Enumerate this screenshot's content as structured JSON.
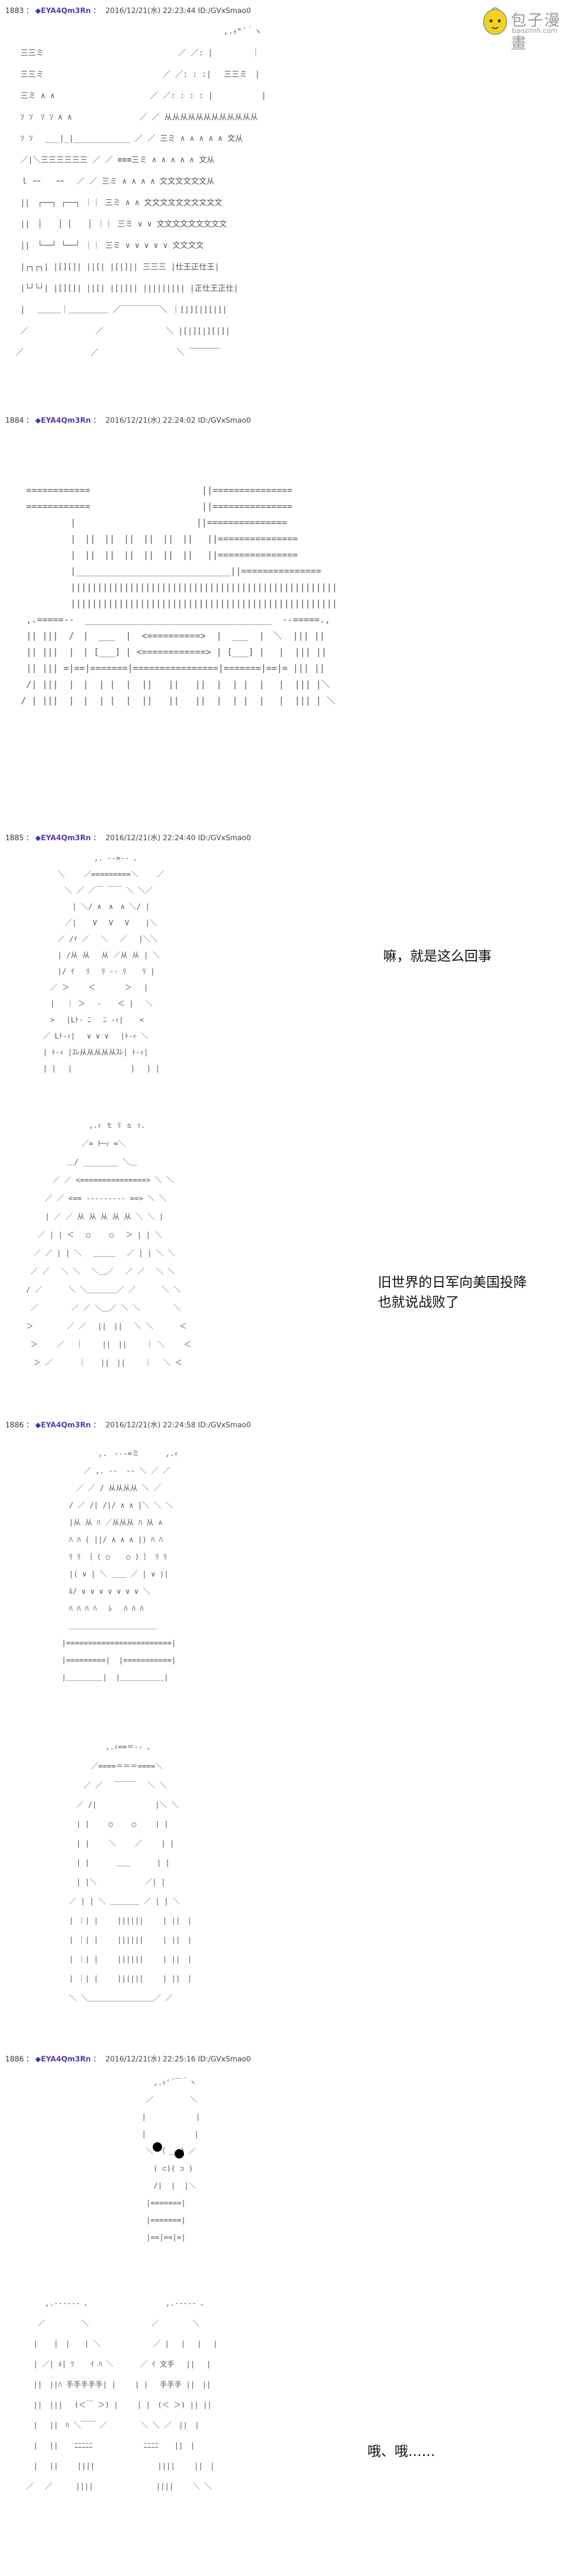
{
  "watermark": {
    "text": "包子漫畫",
    "subtext": "baozimh.com"
  },
  "posts": [
    {
      "number": "1883",
      "name": "EYA4Qm3Rn",
      "datetime": "2016/12/21(水) 22:23:44 ID:/GVxSmao0"
    },
    {
      "number": "1884",
      "name": "EYA4Qm3Rn",
      "datetime": "2016/12/21(水) 22:24:02 ID:/GVxSmao0"
    },
    {
      "number": "1885",
      "name": "EYA4Qm3Rn",
      "datetime": "2016/12/21(水) 22:24:40 ID:/GVxSmao0"
    },
    {
      "number": "1886",
      "name": "EYA4Qm3Rn",
      "datetime": "2016/12/21(水) 22:24:58 ID:/GVxSmao0"
    },
    {
      "number": "1886",
      "name": "EYA4Qm3Rn",
      "datetime": "2016/12/21(水) 22:25:16 ID:/GVxSmao0"
    }
  ],
  "captions": {
    "c1": "嘛，就是这么回事",
    "c2": "旧世界的日军向美国投降\n也就说战败了",
    "c3": "哦、哦……"
  },
  "art": {
    "a1": "　　　　　　　　　　　　　　　　　　　　　　　　　　 ,.ｨ\"´｀ヽ\n 三三ミ　　　　　　　　　　　　　　 　　 ／ ／: |　　　　　｜\n 三三ミ　　　　　　　　　　　　　 　 ／ ／: : :|　 三三ミ　|\n 三ミ ∧ ∧　　　　　　　　　 　　 ／ ／: : : : |　　 　　　 |\n ｿ ｿ　ｿ ｿ ∧ ∧　　　　　　　　 ／ ／ 从从从从从从从从从从从从\n ｿ ｿ　 ___|_|____________ ／ ／ 三ミ ∧ ∧ ∧ ∧ ∧ 文从\n ／|＼三三三三三三 ／ ／ ≡≡≡三ミ ∧ ∧ ∧ ∧ ∧ 文从\n ｌ ｰｰ　　ｰｰ　 ／ ／ 三ミ ∧ ∧ ∧ ∧ 文文文文文文从\n ||　┌──┐ ┌──┐ ｜｜ 三ミ ∧ ∧ 文文文文文文文文文文\n ||　│　　│ │　　│ ｜｜ 三ミ ∨ ∨ 文文文文文文文文文\n ||　└──┘ └──┘ ｜｜ 三ミ ∨ ∨ ∨ ∨ ∨ 文文文文\n |┌┐┌┐| |[][]| ||[| |[|]|| 三三三 |仕王正仕王|\n |└┘└┘| |[][]| ||[| |[|]|| ||||||||| |正仕王正仕|\n |　 ＿＿＿｜＿＿＿＿＿ ／￣￣￣￣￣＼ ｜[|][|][|]|\n ／　　　　　　　　 ／　　　　　　　　＼ |[|][|][|]|\n／　　　　　　　　 ／　　　　　　　　　　＼ ￣￣￣￣",
    "a2": " ============　　　　　　　　　　　　 ||===============\n ============　　　　　　　　　　　　 ||===============\n　　　　　 |　　　　　　　　　　　　　 ||===============\n　　　　　 |　||　||　||　||　||　||　 ||===============\n　　　　　 |　||　||　||　||　||　||　 ||===============\n　　　　　 |_____________________________||===============\n　　　　　 ||||||||||||||||||||||||||||||||||||||||||||||||||\n　　　　　 ||||||||||||||||||||||||||||||||||||||||||||||||||\n ,.=====‐‐  ___________________________________  ‐‐=====.,\n || |||  /　|  ___  |  <==========>  |  ___  |　＼  ||| ||\n || |||  |　| [___] | <============> | [___] |　 |  ||| ||\n || ||| =|==|=======|================|=======|==|= ||| ||\n /| |||  |　|  | |  |  ||   ||   ||  |  | |  |　 |  ||| |＼\n/ | |||  |　|  | |  |  ||   ||   ||  |  | |  |　 |  ||| | ＼",
    "a3": "　　　　　　　　 ,. -‐=‐- ､\n　　　 ＼　　 ／=========＼　　 ／\n　　　　 ＼ ／ ／￣ ￣￣ ＼ ＼／\n　　　　　 | ＼/ ∧　∧　∧ ＼/ |\n　　　　 ／| 　 V　 V　 V 　 |＼\n　　　 ／ /ｲ ／　 ＼　 ／ 　|＼＼\n　　　 | /从 从　 从 ／从 从 | ＼\n　　　 |/ ｲ　 ﾘ　 ﾘ ‐‐ ﾘ 　 ﾘ |\n　　 ／ ＞　　 ＜　　　　＞　 |\n　　 |　 ｜ ＞　 ‐ 　 ＜ |　 ＼\n　　 >　 |Lﾄ- ﾆ　 ﾆ -ｨ| 　 <\n　 ／ Lﾄ-ｨ|　 ∨ ∨ ∨　 |ﾄ-ｨ ＼\n　 | ﾄ-ｨ |ｽﾚ从从从从从ｽﾚ| ﾄ-ｨ|\n　 | |　 |　　　　　　　　| 　| |",
    "a4": "　　　　　　　　 ,.ｨ ｔ ﾘ ｓ ｯ.\n　　　　　　　 ／= ﾄ─ｨ =＼\n　　　　　 ＿/ ________ ＼＿\n　　　 ／ ／ <===============> ＼ ＼\n　　 ／ ／ <== ‐‐‐‐‐‐‐‐‐ ==> ＼ ＼\n　　 | ／ ／ 从 从 从 从 从 ＼ ＼ |\n　 ／ | | ＜　 ○　 　○　 ＞ | | ＼\n　／ ／ | | ＼　 ＿＿＿　 ／ | | ＼ ＼\n ／ ／　 ＼ ＼　 ＼＿／　 ／ ／　 ＼ ＼\n/ ／　　　 ＼ ＼＿＿＿＿／ ／　　　 ＼ ＼\n ／　　　　 ／ ／ ＼＿／ ＼ ＼　　　　 ＼\n＞　　　　 ／ ／　 ||　|| 　＼ ＼　　　 ＜\n ＞　　 ／　 ｜　　 ||　||　　 ｜ ＼　　 ＜\n　＞ ／　　　 ｜　　||　||　　 ｜　 ＼ ＜",
    "a5": "　　　　　 ,.　-‐‐=ミ　　　 ,.ｨ\n　　　 ／ ,. ‐‐  ‐‐ ＼ ／ ／\n　　 ／ ／ / 从从从从 ＼ ／\n　 / ／ /| /|/ ∧ ∧ |＼ ＼ ＼\n　 |从 从 ﾊ ／从从从 ﾊ 从 ∧\n　 ﾊ ﾊ ( ||/ ∧ ∧ ∧ |) ﾊ ﾊ\n　 ﾘ ﾘ ｛ ( ○ 　 ○ ) ｝ ﾘ ﾘ\n　 |( ∨ | ＼ ＿＿ ／ | ∨ )|\n　 ﾙ/ ∨ ∨ ∨ ∨ ∨ ∨ ∨ ＼\n　 ﾊ ﾊ ﾊ ﾊ　 ﾚ　 ﾊ ﾊ ﾊ\n　 ＿＿＿＿＿＿＿＿＿＿＿＿\n |========================|\n |=========|  |===========|\n |＿＿＿＿＿|  |＿＿＿＿＿＿|",
    "a6": "　　　　　　 ,.ｨ==＝‐- ､\n　　　　 ／====＝＝＝====＼\n　　　 ／ ／　 ￣￣￣　 ＼ ＼\n　　 ／ /|　　　　　　　　|＼ ＼\n　　 | |　　 ○　　 ○　　 | |\n　　 | |　　 ＼　　 ／　　 | |\n　　 | |　　　 ＿＿　　　 | |\n　　 | |＼　　　　　　 ／| |\n　 ／ | | ＼ ＿＿＿＿ ／ | | ＼\n　 | ｜| |　　 ||||||　　 | ||　|\n　 | ｜| |　　 ||||||　　 | ||　|\n　 | ｜| |　　 ||||||　　 | ||　|\n　 | ｜| |　　 ||||||　　 | ||　|\n　 ＼ ＼＿＿＿＿＿＿＿＿＿／ ／",
    "a7": "　　　　 ,.ｨ'´￣｀ヽ\n　　　 ／　　　　　＼\n　　　| 　 　　 　　|\n　　　|　　　　　　 |\n　　　 ＼ （ ＿ ）／\n　　　　 ( ⊂)( ⊃ )\n　　　　 /|  |  |＼\n　　　 |=======|\n　　　 |=======|\n　　　 |==|==|=|",
    "a8": "　　 ,.-‐‐‐‐- ､　　　　　　　　　　 ,.-‐‐‐- ､\n　 ／　　　　　＼　　　　　　　　 ／　　　　 ＼\n　| 　 |　|　　| ＼ 　　　　　　 ／ | 　| 　|　 |\n　| ／| ﾒ| ﾂ 　 ｲ ﾊ ＼　　　 ／ ｲ 文手　 ||　 |\n　||　||ﾊ 手手手手手| |　　 | |　 手手手 ||　||\n　||　|||　 (＜￣ ＞) |　　 | |　(＜ ＞) || ||\n　| 　||　ﾊ ＼￣￣ ／　　　　 ＼ ＼ ／　||　|\n　|　 || 　 ﾆﾆﾆﾆﾆ　　　　　　　ﾆﾆﾆﾆ 　 ||　|\n　|　 ||　　 ||||　　　　　　　　 |||| 　　||　|\n／　 ／ 　　 ||||　　　　　　　　 ||||　　 ＼ ＼"
  }
}
